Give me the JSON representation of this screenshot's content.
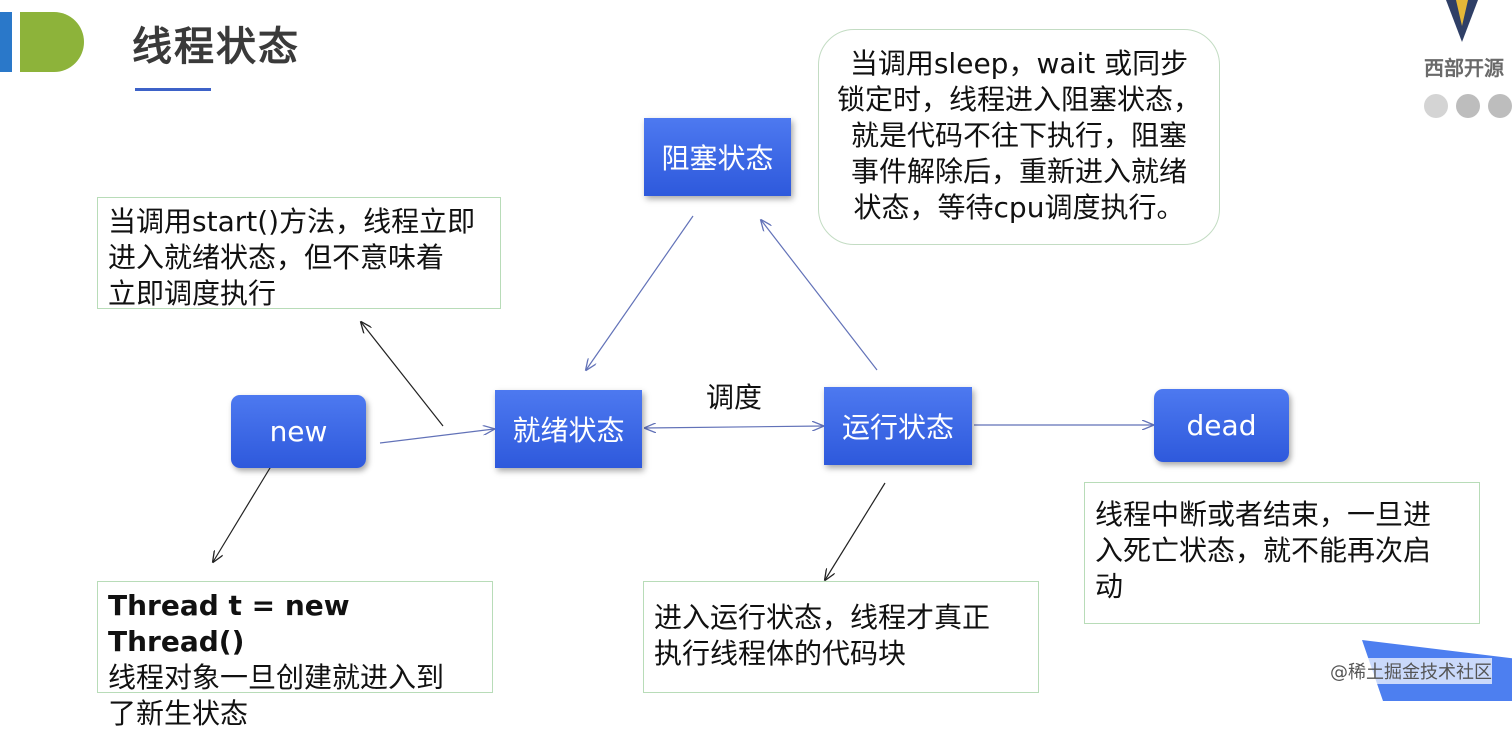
{
  "title": "线程状态",
  "states": {
    "new": "new",
    "ready": "就绪状态",
    "running": "运行状态",
    "blocked": "阻塞状态",
    "dead": "dead"
  },
  "edge_label_schedule": "调度",
  "notes": {
    "start": [
      "当调用start()方法，线程立即",
      "进入就绪状态，但不意味着",
      "立即调度执行"
    ],
    "blocked": [
      "当调用sleep，wait 或同步",
      "锁定时，线程进入阻塞状态，",
      "就是代码不往下执行，阻塞",
      "事件解除后，重新进入就绪",
      "状态，等待cpu调度执行。"
    ],
    "new_code": "Thread t = new Thread()",
    "new": [
      "线程对象一旦创建就进入到",
      "了新生状态"
    ],
    "running": [
      "进入运行状态，线程才真正",
      "执行线程体的代码块"
    ],
    "dead": [
      "线程中断或者结束，一旦进",
      "入死亡状态，就不能再次启",
      "动"
    ]
  },
  "brand": "西部开源",
  "watermark": "@稀土掘金技术社区",
  "colors": {
    "state_fill": "#3a64e6",
    "note_border": "#b8dcb8",
    "arrow": "#6272b8",
    "title": "#3a3a3a"
  }
}
